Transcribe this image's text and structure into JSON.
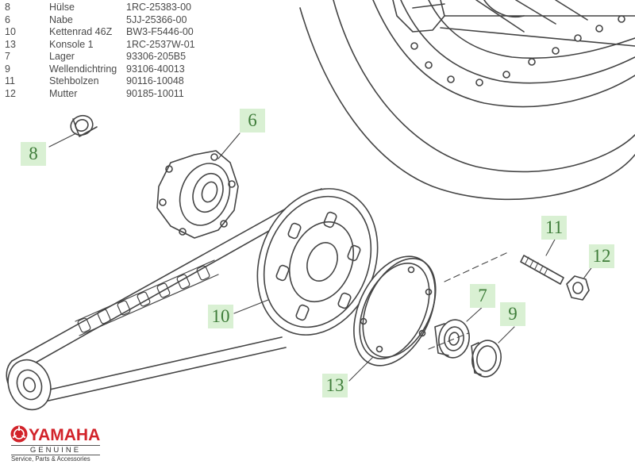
{
  "parts": [
    {
      "no": "8",
      "name": "Hülse",
      "part_number": "1RC-25383-00"
    },
    {
      "no": "6",
      "name": "Nabe",
      "part_number": "5JJ-25366-00"
    },
    {
      "no": "10",
      "name": "Kettenrad 46Z",
      "part_number": "BW3-F5446-00"
    },
    {
      "no": "13",
      "name": "Konsole 1",
      "part_number": "1RC-2537W-01"
    },
    {
      "no": "7",
      "name": "Lager",
      "part_number": "93306-205B5"
    },
    {
      "no": "9",
      "name": "Wellendichtring",
      "part_number": "93106-40013"
    },
    {
      "no": "11",
      "name": "Stehbolzen",
      "part_number": "90116-10048"
    },
    {
      "no": "12",
      "name": "Mutter",
      "part_number": "90185-10011"
    }
  ],
  "callouts": {
    "c6": "6",
    "c7": "7",
    "c8": "8",
    "c9": "9",
    "c10": "10",
    "c11": "11",
    "c12": "12",
    "c13": "13"
  },
  "brand": {
    "name": "YAMAHA",
    "sub": "GENUINE",
    "tagline": "Service, Parts & Accessories"
  },
  "colors": {
    "callout_bg": "#d9f0d3",
    "callout_text": "#3f7d3a",
    "line_art": "#444444",
    "brand_red": "#d2232a"
  }
}
